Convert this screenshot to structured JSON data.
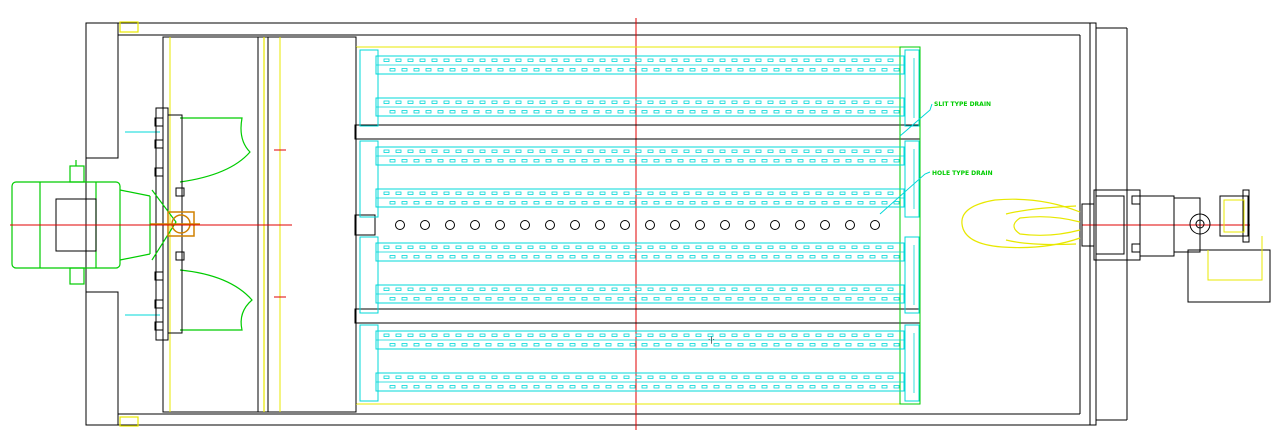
{
  "annotations": {
    "slit_drain": "SLIT TYPE DRAIN",
    "hole_drain": "HOLE TYPE DRAIN",
    "small_mark": "·|·"
  },
  "colors": {
    "background": "#ffffff",
    "outline": "#000000",
    "frame_yellow": "#e8e800",
    "tube_cyan": "#00d8d8",
    "annotation_green": "#00cc00",
    "centerline_red": "#e00000",
    "flame_yellow": "#e8e800",
    "fan_orange": "#d08000"
  },
  "layout_notes": {
    "tube_rows_per_module": 2,
    "slot_modules": 4,
    "hole_row_count": 20
  }
}
